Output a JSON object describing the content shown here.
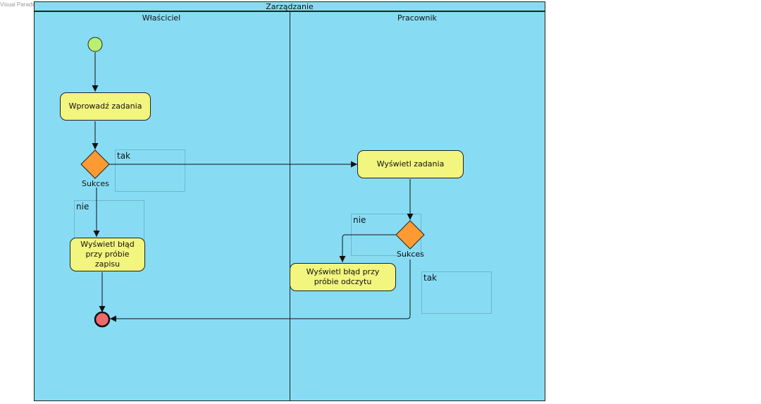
{
  "watermark": "Visual Paradigm Standard(Kacper(AGH University of Science and Technology))",
  "pool": {
    "title": "Zarządzanie"
  },
  "lanes": [
    {
      "title": "Właściciel"
    },
    {
      "title": "Pracownik"
    }
  ],
  "actions": {
    "enter_tasks": "Wprowadź zadania",
    "show_save_error": "Wyświetl błąd przy próbie zapisu",
    "show_tasks": "Wyświetl zadania",
    "show_read_error": "Wyświetl błąd przy próbie odczytu"
  },
  "decisions": {
    "owner_decision": "Sukces",
    "worker_decision": "Sukces"
  },
  "guards": {
    "owner_yes": "tak",
    "owner_no": "nie",
    "worker_no": "nie",
    "worker_yes": "tak"
  },
  "colors": {
    "lane_background": "#87dcf4",
    "action_fill": "#f2f57e",
    "decision_fill": "#ff9a33",
    "initial_node_fill": "#b8f070",
    "final_node_fill": "#ee6a6a"
  }
}
